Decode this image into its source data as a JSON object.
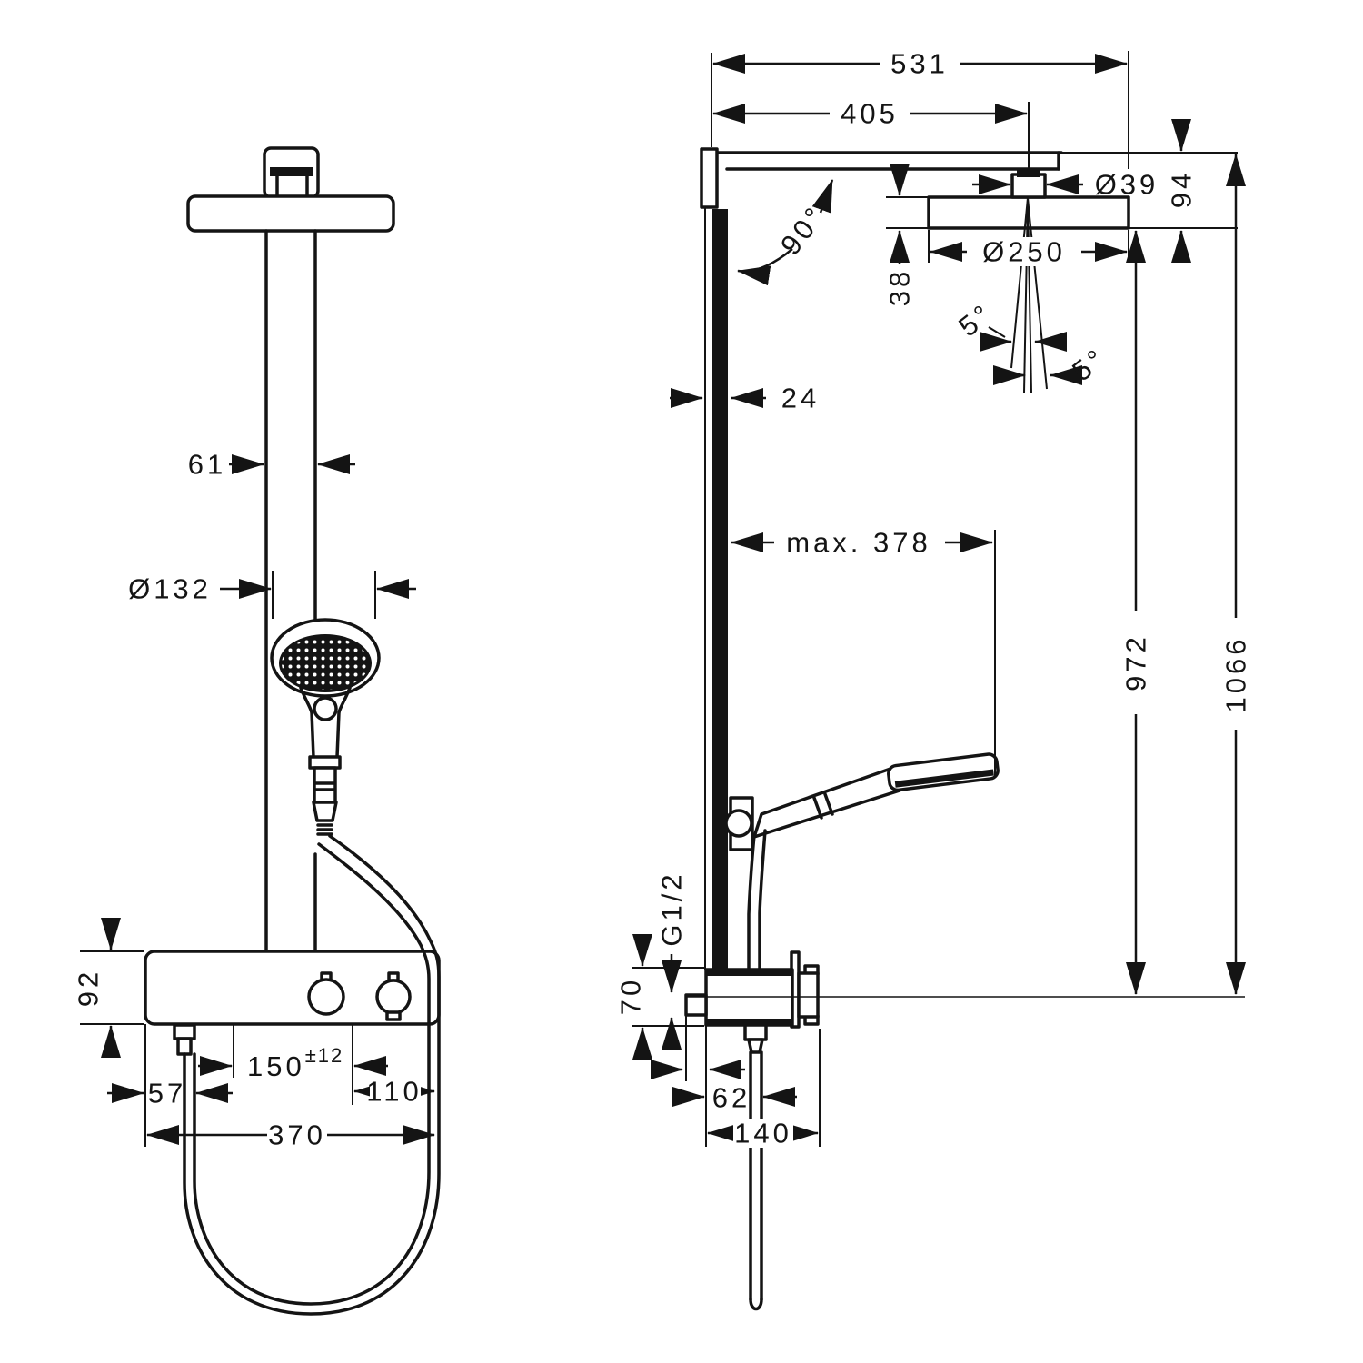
{
  "drawing": {
    "kind": "shower system installation dimension drawing, front and side views"
  },
  "dims": {
    "front": {
      "pipe_width": "61",
      "handshower_diameter": "Ø132",
      "valve_body_height": "92",
      "hose_outlet_offset": "57",
      "supply_spacing": "150",
      "supply_spacing_tol": "±12",
      "knob_to_edge": "110",
      "shelf_width": "370"
    },
    "side": {
      "projection_total": "531",
      "projection_to_spray": "405",
      "connector_diameter": "Ø39",
      "head_offset": "94",
      "arm_angle": "90°",
      "head_height": "38",
      "head_diameter": "Ø250",
      "spray_tilt_left": "5°",
      "spray_tilt_right": "5°",
      "bar_depth": "24",
      "handshower_reach": "max. 378",
      "spray_to_valve_height": "972",
      "total_height": "1066",
      "supply_thread": "G1/2",
      "valve_height": "70",
      "hose_offset": "62",
      "valve_depth": "140"
    }
  }
}
